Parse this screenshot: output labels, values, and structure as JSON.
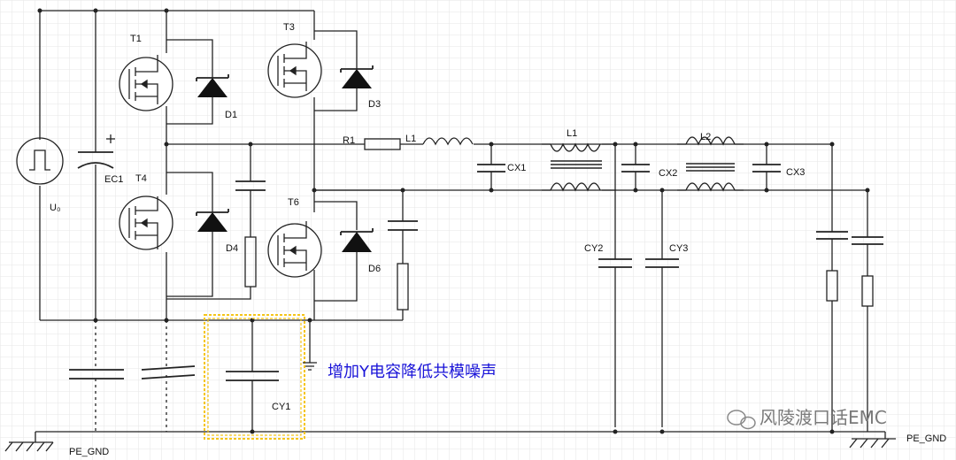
{
  "labels": {
    "T1": "T1",
    "T3": "T3",
    "T4": "T4",
    "T6": "T6",
    "D1": "D1",
    "D3": "D3",
    "D4": "D4",
    "D6": "D6",
    "EC1": "EC1",
    "Us": "U₀",
    "R1": "R1",
    "L1a": "L1",
    "L1b": "L1",
    "L2": "L2",
    "CX1": "CX1",
    "CX2": "CX2",
    "CX3": "CX3",
    "CY1": "CY1",
    "CY2": "CY2",
    "CY3": "CY3",
    "PE_left": "PE_GND",
    "PE_right": "PE_GND"
  },
  "annotation": {
    "text": "增加Y电容降低共模噪声",
    "color": "#1a14d8"
  },
  "watermark": {
    "text": "风陵渡口话EMC",
    "icon": "wechat-icon"
  },
  "colors": {
    "highlight_box": "#f5c518",
    "grid": "#e6e6e6",
    "wire": "#222222"
  }
}
